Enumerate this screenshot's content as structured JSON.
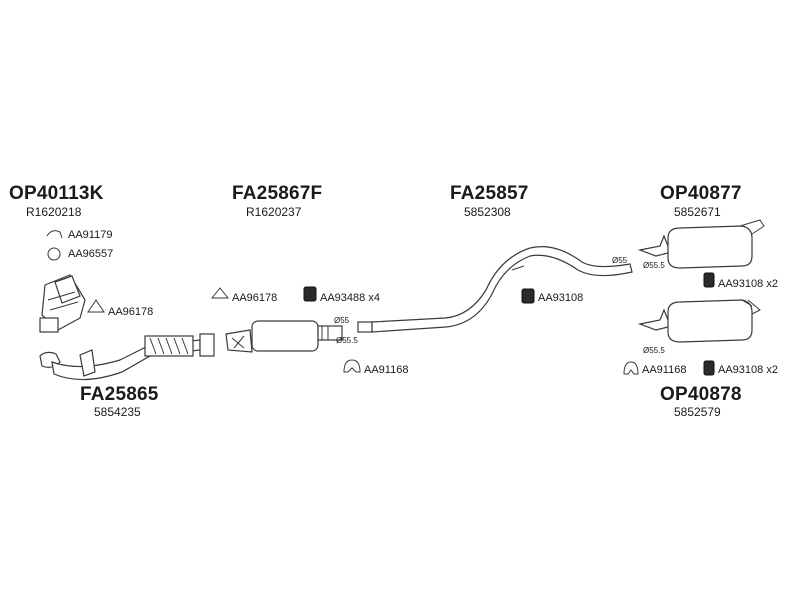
{
  "parts": {
    "op40113k": {
      "code": "OP40113K",
      "ref": "R1620218"
    },
    "fa25867f": {
      "code": "FA25867F",
      "ref": "R1620237"
    },
    "fa25857": {
      "code": "FA25857",
      "ref": "5852308"
    },
    "op40877": {
      "code": "OP40877",
      "ref": "5852671"
    },
    "fa25865": {
      "code": "FA25865",
      "ref": "5854235"
    },
    "op40878": {
      "code": "OP40878",
      "ref": "5852579"
    }
  },
  "accessories": {
    "aa91179": "AA91179",
    "aa96557": "AA96557",
    "aa96178_left": "AA96178",
    "aa96178_mid": "AA96178",
    "aa93488": "AA93488 x4",
    "aa91168_mid": "AA91168",
    "aa93108_mid": "AA93108",
    "aa93108_top": "AA93108 x2",
    "aa91168_right": "AA91168",
    "aa93108_bottom": "AA93108 x2"
  },
  "dimensions": {
    "d55_mid": "Ø55",
    "d555_mid": "Ø55.5",
    "d55_pipe": "Ø55",
    "d555_top": "Ø55.5",
    "d555_bottom": "Ø55.5"
  }
}
